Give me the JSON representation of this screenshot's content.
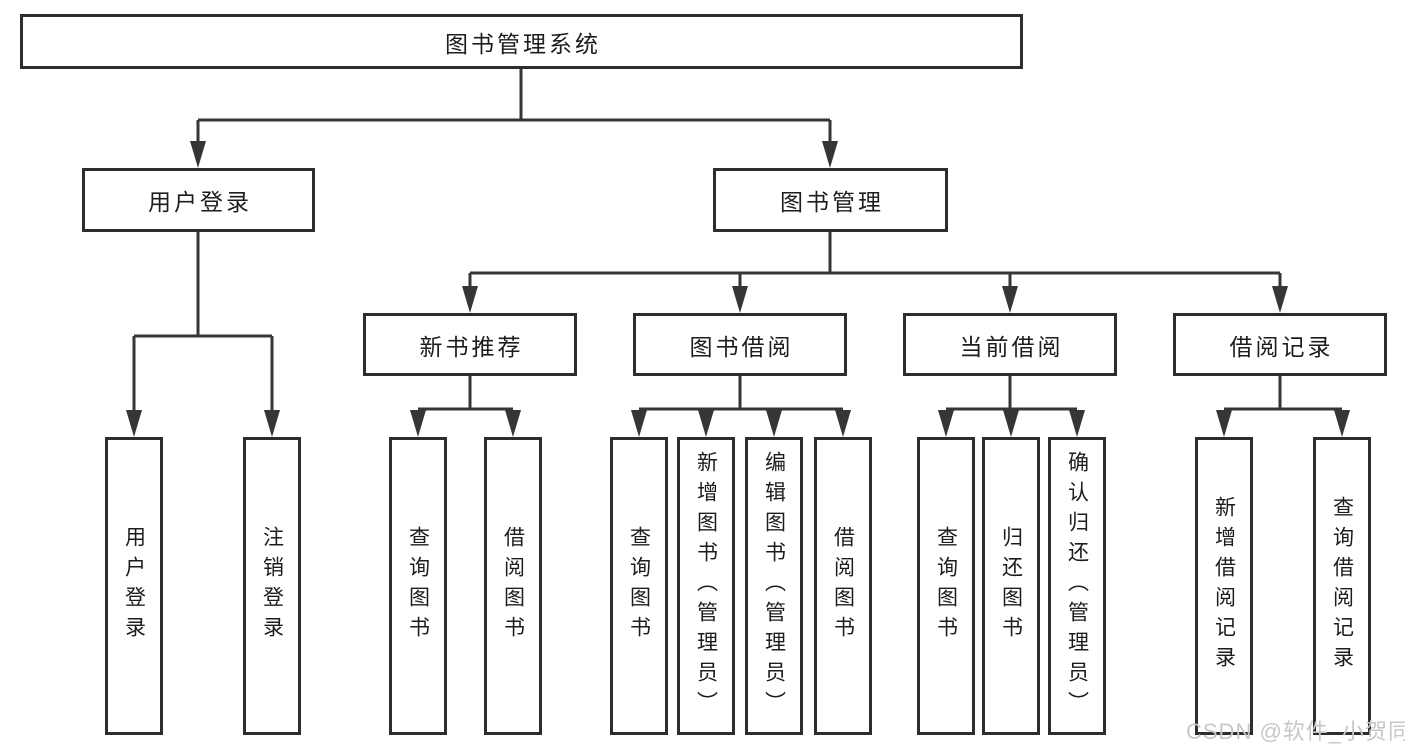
{
  "diagram": {
    "root": {
      "label": "图书管理系统"
    },
    "level2": [
      {
        "label": "用户登录"
      },
      {
        "label": "图书管理"
      }
    ],
    "level3": [
      {
        "label": "新书推荐"
      },
      {
        "label": "图书借阅"
      },
      {
        "label": "当前借阅"
      },
      {
        "label": "借阅记录"
      }
    ],
    "leaves_user_login": [
      {
        "label": "用户登录"
      },
      {
        "label": "注销登录"
      }
    ],
    "leaves_new_book": [
      {
        "label": "查询图书"
      },
      {
        "label": "借阅图书"
      }
    ],
    "leaves_book_borrow": [
      {
        "label": "查询图书"
      },
      {
        "label": "新增图书（管理员）"
      },
      {
        "label": "编辑图书（管理员）"
      },
      {
        "label": "借阅图书"
      }
    ],
    "leaves_current_borrow": [
      {
        "label": "查询图书"
      },
      {
        "label": "归还图书"
      },
      {
        "label": "确认归还（管理员）"
      }
    ],
    "leaves_borrow_record": [
      {
        "label": "新增借阅记录"
      },
      {
        "label": "查询借阅记录"
      }
    ]
  },
  "watermark": {
    "text": "CSDN @软件_小贺同学"
  },
  "colors": {
    "line": "#363636",
    "box_border": "#2d2d2d",
    "text": "#1d1d1d",
    "watermark": "#c7c7c7",
    "background": "#ffffff"
  }
}
